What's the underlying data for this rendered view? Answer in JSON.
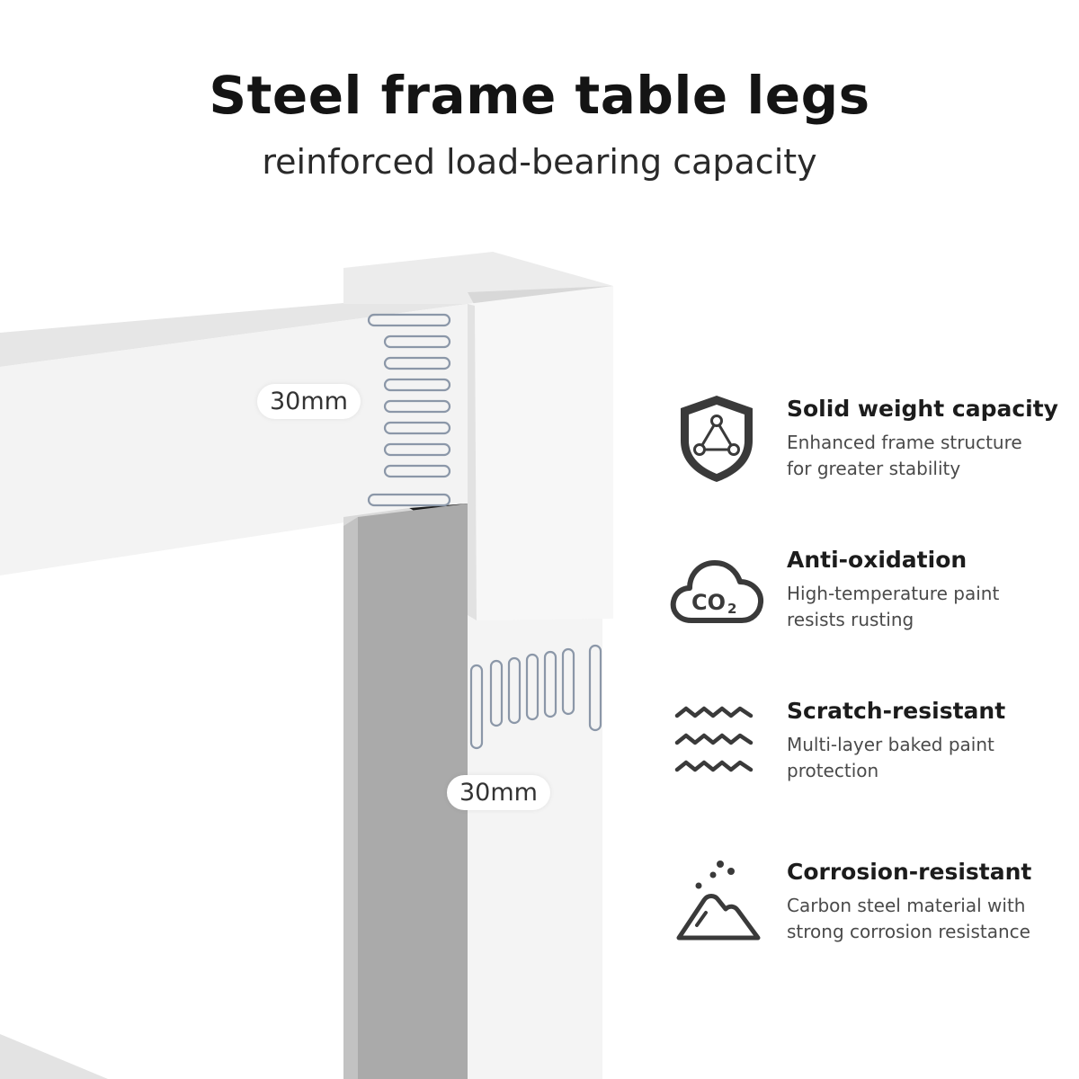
{
  "header": {
    "title": "Steel frame table legs",
    "subtitle": "reinforced load-bearing capacity"
  },
  "dimensions": {
    "horizontal": "30mm",
    "vertical": "30mm"
  },
  "features": [
    {
      "icon": "shield-triangle-icon",
      "title": "Solid weight capacity",
      "desc1": "Enhanced frame structure",
      "desc2": "for greater stability"
    },
    {
      "icon": "co2-cloud-icon",
      "title": "Anti-oxidation",
      "desc1": "High-temperature paint",
      "desc2": "resists rusting"
    },
    {
      "icon": "waves-icon",
      "title": "Scratch-resistant",
      "desc1": "Multi-layer baked paint",
      "desc2": "protection"
    },
    {
      "icon": "powder-pile-icon",
      "title": "Corrosion-resistant",
      "desc1": "Carbon steel material with",
      "desc2": "strong corrosion resistance"
    }
  ],
  "colors": {
    "frame_light": "#f4f4f4",
    "frame_shadow": "#a9a9a9",
    "icon_stroke": "#3a3a3a",
    "measure_stroke": "#8b97a8"
  }
}
